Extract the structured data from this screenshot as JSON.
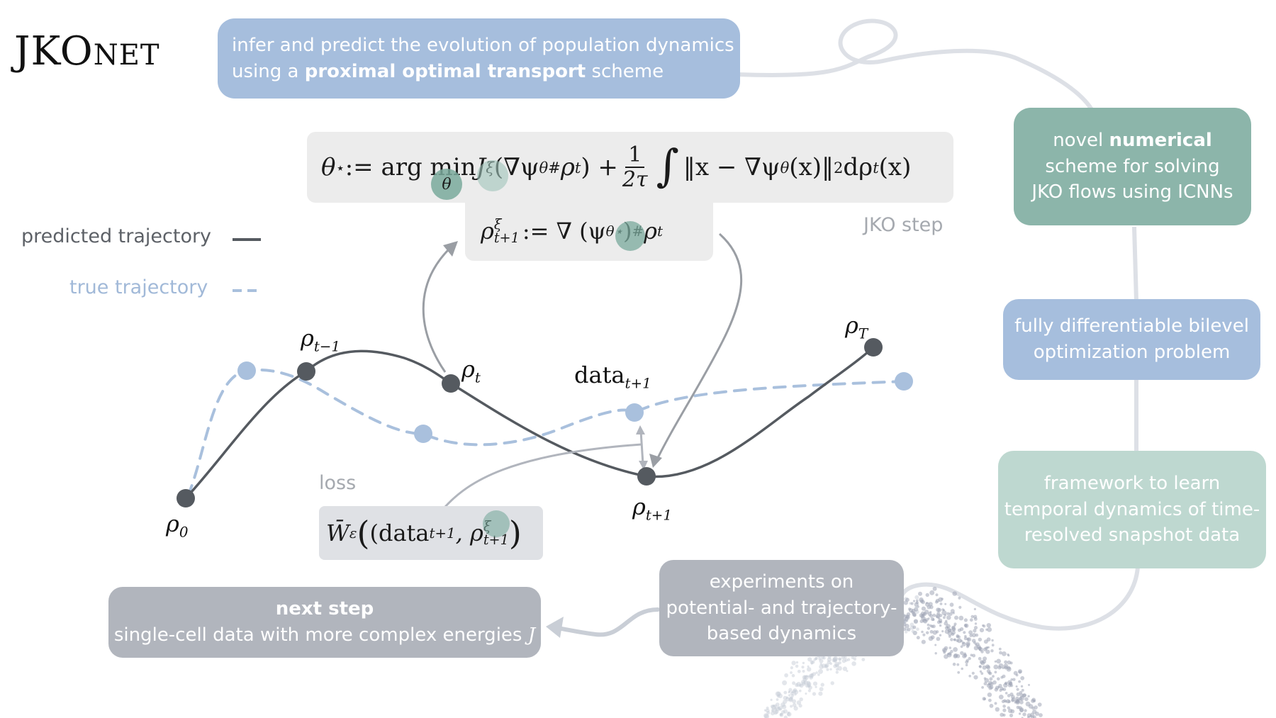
{
  "title": {
    "big": "JKO",
    "small": "NET"
  },
  "top_box": {
    "line1": "infer and predict the evolution of population dynamics",
    "line2_pre": "using a ",
    "line2_bold": "proximal optimal transport",
    "line2_post": " scheme"
  },
  "right_boxes": {
    "numerical": {
      "pre": "novel ",
      "bold": "numerical",
      "line2": "scheme for solving",
      "line3": "JKO flows using ICNNs"
    },
    "bilevel": {
      "line1": "fully differentiable bilevel",
      "line2": "optimization problem"
    },
    "framework": {
      "line1": "framework to learn",
      "line2": "temporal dynamics of time-",
      "line3": "resolved snapshot data"
    }
  },
  "experiments_box": {
    "line1": "experiments on",
    "line2": "potential- and trajectory-",
    "line3": "based dynamics"
  },
  "next_box": {
    "title": "next step",
    "line": "single-cell data with more complex energies",
    "energy": "J"
  },
  "legend": {
    "predicted": "predicted trajectory",
    "true": "true trajectory"
  },
  "labels": {
    "jko_step": "JKO step",
    "loss": "loss",
    "rho0": "ρ",
    "rho0_sub": "0",
    "rhotm1": "ρ",
    "rhotm1_sub": "t−1",
    "rhot": "ρ",
    "rhot_sub": "t",
    "rhotp1": "ρ",
    "rhotp1_sub": "t+1",
    "rhoT": "ρ",
    "rhoT_sub": "T",
    "data": "data",
    "data_sub": "t+1"
  },
  "formula1": {
    "lhs": "θ",
    "lhs_sup": "⋆",
    "assign": " := arg min ",
    "min_sub": "θ",
    "J": "J",
    "J_sub": "ξ",
    "grad_part": "(∇ψ",
    "grad_sub": "θ#",
    "rho": "ρ",
    "rho_sub": "t",
    "close": ") + ",
    "frac_num": "1",
    "frac_den": "2τ",
    "integral": "∫",
    "norm": " ‖x − ∇ψ",
    "norm_sub": "θ",
    "norm_rest": "(x)‖",
    "norm_sup": "2",
    "measure": " dρ",
    "measure_sub": "t",
    "measure_rest": "(x)"
  },
  "formula2": {
    "rho": "ρ",
    "rho_sup": "ξ",
    "rho_sub": "t+1",
    "assign": " := ∇ (ψ",
    "psi_sub": "θ⋆",
    "close": ")",
    "push_sub": "#",
    "rho_t": " ρ",
    "rho_t_sub": "t"
  },
  "formula3": {
    "W": "W̄",
    "W_sub": "ε",
    "open": " (data",
    "data_sub": "t+1",
    "comma": ", ρ",
    "rho_sup": "ξ",
    "rho_sub": "t+1",
    "close": ")"
  },
  "colors": {
    "blue_box": "#a6bedd",
    "teal_box": "#8cb5aa",
    "light_teal_box": "#bed8d0",
    "gray_box": "#b1b5bd",
    "formula_bg": "#ececec",
    "predicted": "#555a60",
    "true": "#a9c0dd",
    "teal_dot": "#7aaa9c"
  }
}
